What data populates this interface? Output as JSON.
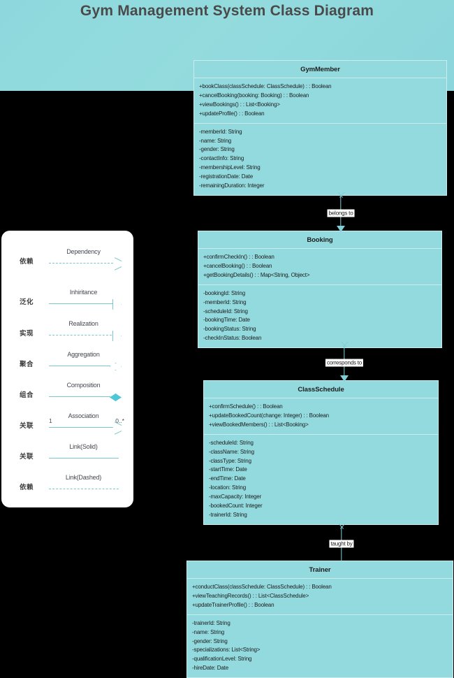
{
  "header": {
    "title": "Gym Management System Class Diagram"
  },
  "colors": {
    "banner": "#8ed8dd",
    "class_fill": "#92dade",
    "class_border": "#c9ecef",
    "connector": "#7ecfd6",
    "legend_bg": "#ffffff",
    "legend_accent": "#79c8cb",
    "composition_fill": "#4ec8d6",
    "canvas": "#000000",
    "title_text": "#4a4a4a"
  },
  "classes": [
    {
      "name": "GymMember",
      "operations": [
        "+bookClass(classSchedule: ClassSchedule) : : Boolean",
        "+cancelBooking(booking: Booking) : : Boolean",
        "+viewBookings() : : List<Booking>",
        "+updateProfile() : : Boolean"
      ],
      "attributes": [
        "-memberId: String",
        "-name: String",
        "-gender: String",
        "-contactInfo: String",
        "-membershipLevel: String",
        "-registrationDate: Date",
        "-remainingDuration: Integer"
      ]
    },
    {
      "name": "Booking",
      "operations": [
        "+confirmCheckIn() : : Boolean",
        "+cancelBooking() : : Boolean",
        "+getBookingDetails() : : Map<String, Object>"
      ],
      "attributes": [
        "-bookingId: String",
        "-memberId: String",
        "-scheduleId: String",
        "-bookingTime: Date",
        "-bookingStatus: String",
        "-checkInStatus: Boolean"
      ]
    },
    {
      "name": "ClassSchedule",
      "operations": [
        "+confirmSchedule() : : Boolean",
        "+updateBookedCount(change: Integer) : : Boolean",
        "+viewBookedMembers() : : List<Booking>"
      ],
      "attributes": [
        "-scheduleId: String",
        "-className: String",
        "-classType: String",
        "-startTime: Date",
        "-endTime: Date",
        "-location: String",
        "-maxCapacity: Integer",
        "-bookedCount: Integer",
        "-trainerId: String"
      ]
    },
    {
      "name": "Trainer",
      "operations": [
        "+conductClass(classSchedule: ClassSchedule) : : Boolean",
        "+viewTeachingRecords() : : List<ClassSchedule>",
        "+updateTrainerProfile() : : Boolean"
      ],
      "attributes": [
        "-trainerId: String",
        "-name: String",
        "-gender: String",
        "-specializations: List<String>",
        "-qualificationLevel: String",
        "-hireDate: Date"
      ]
    }
  ],
  "connectors": [
    {
      "label": "belongs to",
      "from": "GymMember",
      "to": "Booking"
    },
    {
      "label": "corresponds to",
      "from": "Booking",
      "to": "ClassSchedule"
    },
    {
      "label": "taught by",
      "from": "ClassSchedule",
      "to": "Trainer"
    }
  ],
  "legend": {
    "items": [
      {
        "cn": "依赖",
        "en": "Dependency",
        "mult_left": "",
        "mult_right": ""
      },
      {
        "cn": "泛化",
        "en": "Inhiritance",
        "mult_left": "",
        "mult_right": ""
      },
      {
        "cn": "实现",
        "en": "Realization",
        "mult_left": "",
        "mult_right": ""
      },
      {
        "cn": "聚合",
        "en": "Aggregation",
        "mult_left": "",
        "mult_right": ""
      },
      {
        "cn": "组合",
        "en": "Composition",
        "mult_left": "",
        "mult_right": ""
      },
      {
        "cn": "关联",
        "en": "Association",
        "mult_left": "1",
        "mult_right": "0..*"
      },
      {
        "cn": "关联",
        "en": "Link(Solid)",
        "mult_left": "",
        "mult_right": ""
      },
      {
        "cn": "依赖",
        "en": "Link(Dashed)",
        "mult_left": "",
        "mult_right": ""
      }
    ]
  }
}
